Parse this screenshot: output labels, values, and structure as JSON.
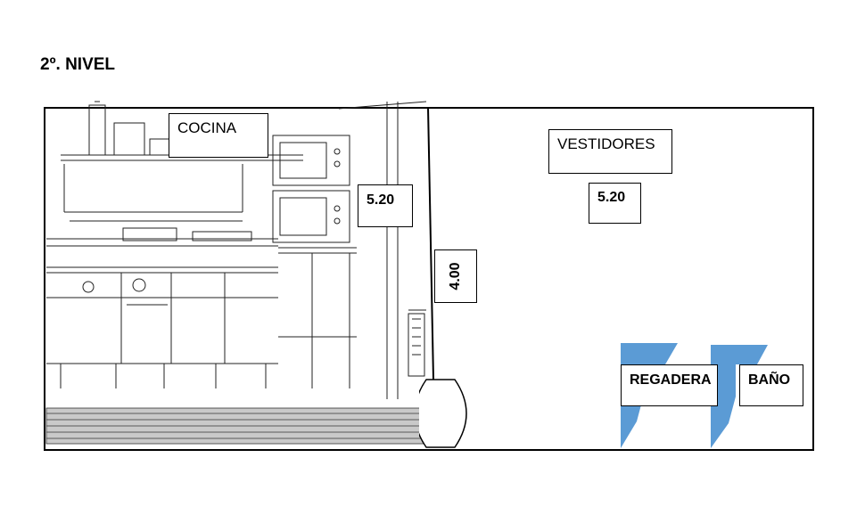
{
  "title": "2º. NIVEL",
  "rooms": {
    "kitchen": "COCINA",
    "dressing": "VESTIDORES",
    "shower": "REGADERA",
    "bath": "BAÑO"
  },
  "dimensions": {
    "kitchen_width": "5.20",
    "dressing_width": "5.20",
    "depth": "4.00"
  },
  "colors": {
    "fixture_blue": "#5b9bd5",
    "line": "#000000"
  },
  "icons": [
    "kitchen-sketch",
    "door-arc",
    "shower-fixture",
    "bath-fixture"
  ]
}
